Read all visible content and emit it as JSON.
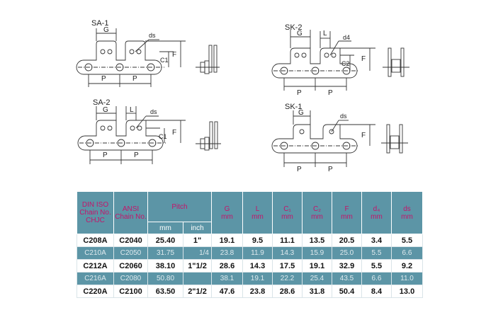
{
  "diagrams": {
    "sa1": {
      "title": "SA-1",
      "labels": [
        "G",
        "ds",
        "C1",
        "F",
        "P",
        "P"
      ]
    },
    "sk2": {
      "title": "SK-2",
      "labels": [
        "G",
        "L",
        "d4",
        "C2",
        "F",
        "P",
        "P"
      ]
    },
    "sa2": {
      "title": "SA-2",
      "labels": [
        "G",
        "L",
        "ds",
        "C1",
        "F",
        "P",
        "P"
      ]
    },
    "sk1": {
      "title": "SK-1",
      "labels": [
        "G",
        "ds",
        "F",
        "P",
        "P"
      ]
    }
  },
  "table": {
    "head": {
      "col1": "DIN ISO Chain No. CHJC",
      "col2": "ANSI Chain No.",
      "pitch": "Pitch",
      "mm": "mm",
      "inch": "inch",
      "g": "G",
      "l": "L",
      "c1": "C₁",
      "c2": "C₂",
      "f": "F",
      "d4": "d₄",
      "ds": "ds",
      "unit": "mm"
    },
    "rows": [
      {
        "din": "C208A",
        "ansi": "C2040",
        "mm": "25.40",
        "inch": "1\"",
        "g": "19.1",
        "l": "9.5",
        "c1": "11.1",
        "c2": "13.5",
        "f": "20.5",
        "d4": "3.4",
        "ds": "5.5"
      },
      {
        "din": "C210A",
        "ansi": "C2050",
        "mm": "31.75",
        "inch": "1/4",
        "g": "23.8",
        "l": "11.9",
        "c1": "14.3",
        "c2": "15.9",
        "f": "25.0",
        "d4": "5.5",
        "ds": "6.6"
      },
      {
        "din": "C212A",
        "ansi": "C2060",
        "mm": "38.10",
        "inch": "1\"1/2",
        "g": "28.6",
        "l": "14.3",
        "c1": "17.5",
        "c2": "19.1",
        "f": "32.9",
        "d4": "5.5",
        "ds": "9.2"
      },
      {
        "din": "C216A",
        "ansi": "C2080",
        "mm": "50.80",
        "inch": "",
        "g": "38.1",
        "l": "19.1",
        "c1": "22.2",
        "c2": "25.4",
        "f": "43.5",
        "d4": "6.6",
        "ds": "11.0"
      },
      {
        "din": "C220A",
        "ansi": "C2100",
        "mm": "63.50",
        "inch": "2\"1/2",
        "g": "47.6",
        "l": "23.8",
        "c1": "28.6",
        "c2": "31.8",
        "f": "50.4",
        "d4": "8.4",
        "ds": "13.0"
      }
    ]
  }
}
